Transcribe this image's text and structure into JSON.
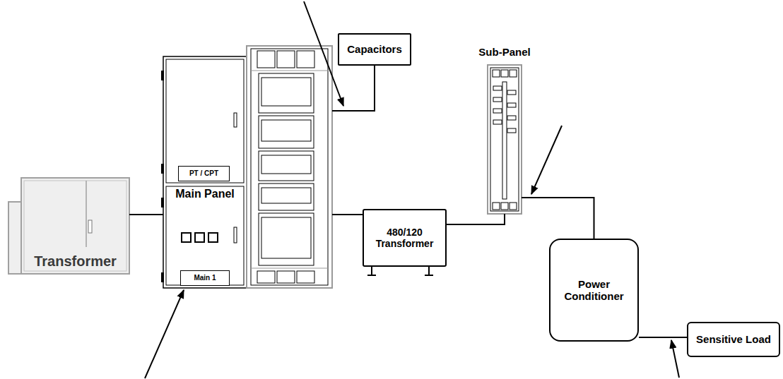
{
  "diagram": {
    "nodes": [
      {
        "text": [
          "Transformer"
        ]
      },
      {
        "text": [
          "Main Panel"
        ]
      },
      {
        "text": [
          "PT / CPT"
        ],
        "in": 1
      },
      {
        "text": [
          "Main 1"
        ],
        "in": 1
      },
      {
        "text": [
          "Capacitors"
        ]
      },
      {
        "text": [
          "480/120 Transformer"
        ]
      },
      {
        "text": [
          "Sub-Panel"
        ]
      },
      {
        "text": [
          "Power Conditioner"
        ]
      },
      {
        "text": [
          "Sensitive Load"
        ]
      }
    ],
    "edges": [
      {
        "from": 0,
        "to": 1,
        "arrow": "none"
      },
      {
        "from": 1,
        "to": 4,
        "arrow": "none"
      },
      {
        "from": 1,
        "to": 5,
        "arrow": "none"
      },
      {
        "from": 5,
        "to": 6,
        "arrow": "none"
      },
      {
        "from": 6,
        "to": 7,
        "arrow": "none"
      },
      {
        "from": 7,
        "to": 8,
        "arrow": "none"
      }
    ]
  }
}
